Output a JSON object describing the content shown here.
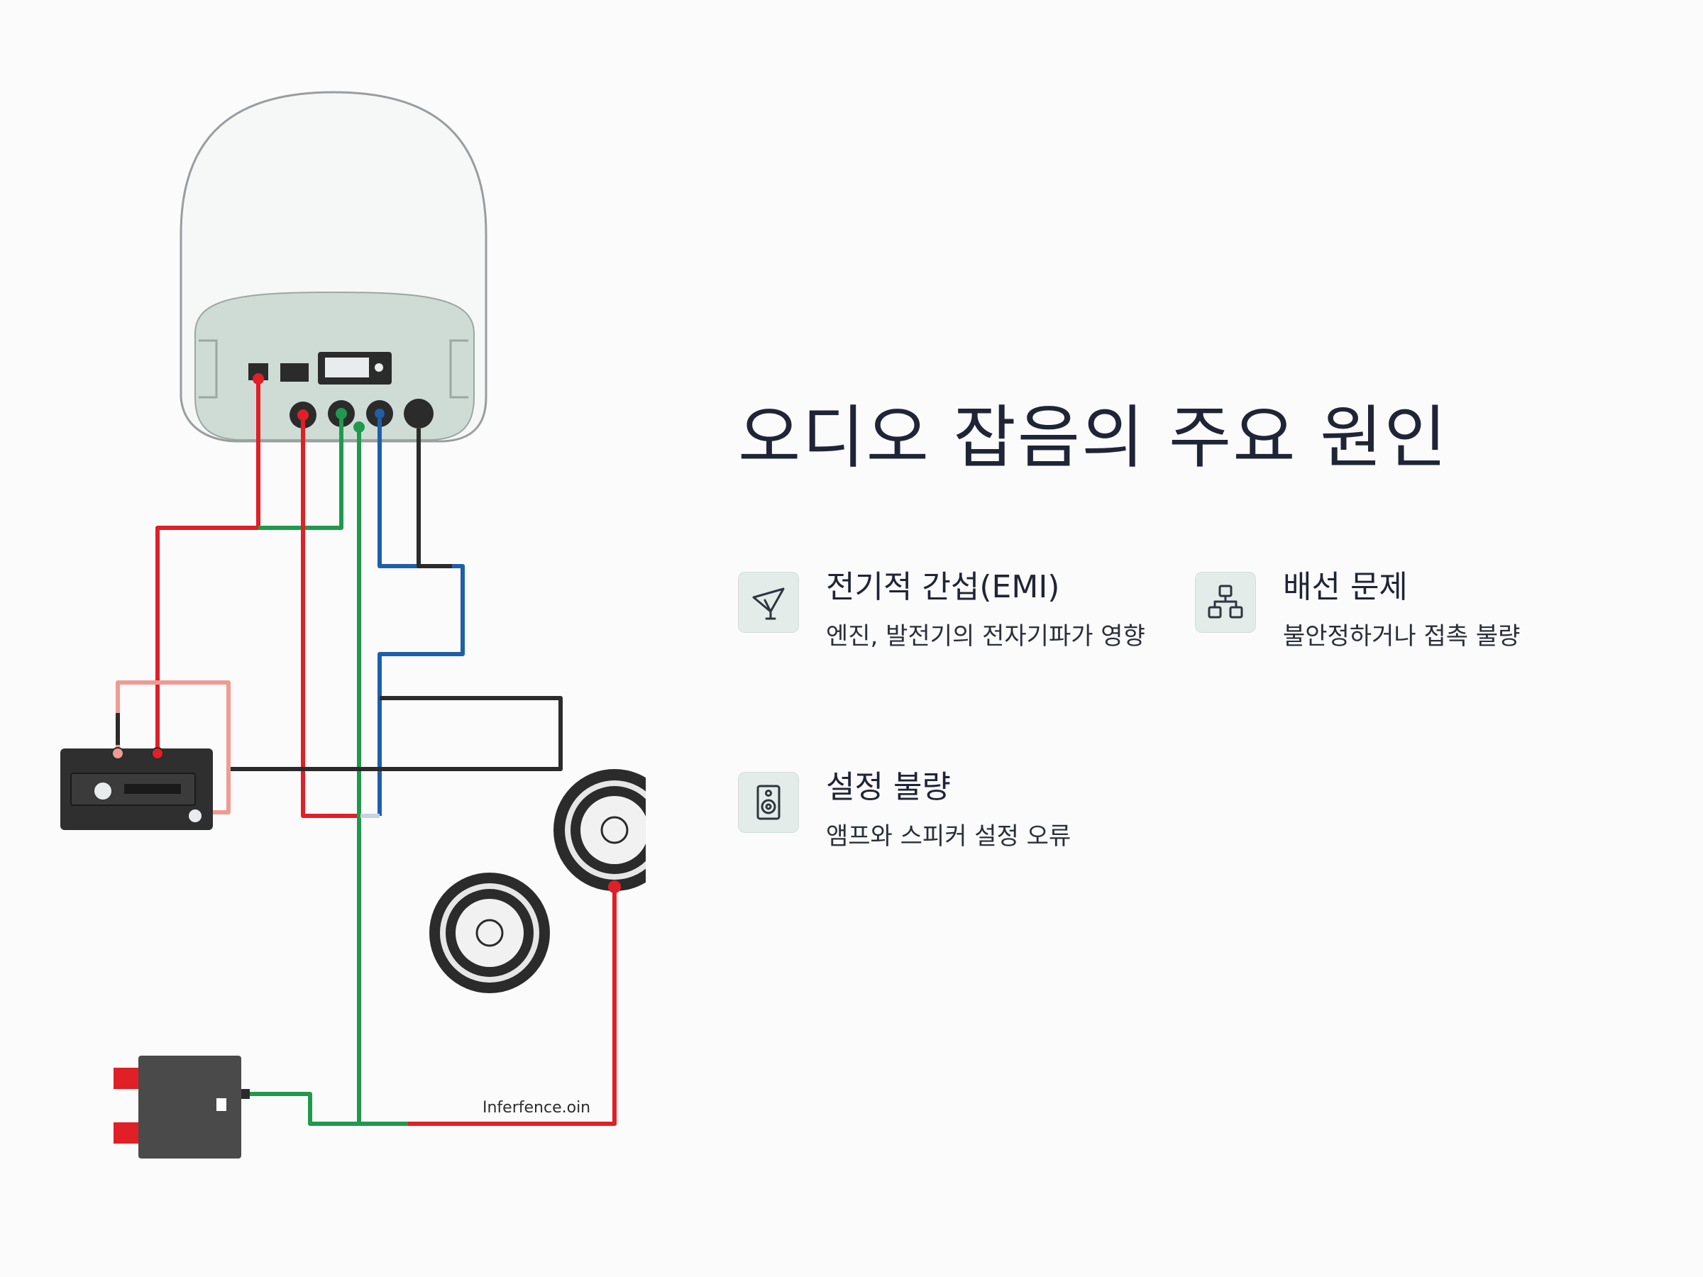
{
  "slide": {
    "title": "오디오 잡음의 주요 원인",
    "items": [
      {
        "icon": "antenna-icon",
        "title": "전기적 간섭(EMI)",
        "description": "엔진, 발전기의 전자기파가 영향"
      },
      {
        "icon": "network-icon",
        "title": "배선 문제",
        "description": "불안정하거나 접촉 불량"
      },
      {
        "icon": "speaker-icon",
        "title": "설정 불량",
        "description": "앰프와 스피커 설정 오류"
      }
    ]
  },
  "illustration": {
    "watermark": "Inferfence.oin",
    "colors": {
      "power": "#e01f26",
      "ground": "#1f9a4c",
      "signal": "#1f5fa8",
      "neutral": "#2b2b2b",
      "pink": "#ee9c92",
      "accent": "#e3ece8"
    }
  }
}
